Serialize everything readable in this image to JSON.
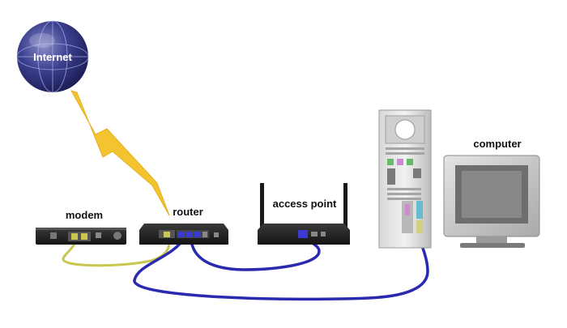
{
  "diagram": {
    "labels": {
      "internet": "Internet",
      "modem": "modem",
      "router": "router",
      "access_point": "access point",
      "computer": "computer"
    },
    "icons": {
      "internet": "globe-icon",
      "link": "lightning-bolt-icon",
      "modem": "modem-icon",
      "router": "router-icon",
      "access_point": "access-point-icon",
      "computer": "tower-pc-icon",
      "display": "crt-monitor-icon"
    },
    "colors": {
      "lightning": "#f4c430",
      "modem_cable": "#c8c850",
      "ethernet_cable": "#2a2ab0",
      "device_body": "#2a2a2a",
      "globe": "#2b2f6e"
    },
    "connections": [
      {
        "from": "internet",
        "to": "router",
        "type": "wireless"
      },
      {
        "from": "modem",
        "to": "router",
        "type": "cable",
        "color": "modem_cable"
      },
      {
        "from": "router",
        "to": "access_point",
        "type": "cable",
        "color": "ethernet_cable"
      },
      {
        "from": "router",
        "to": "computer",
        "type": "cable",
        "color": "ethernet_cable"
      }
    ]
  }
}
